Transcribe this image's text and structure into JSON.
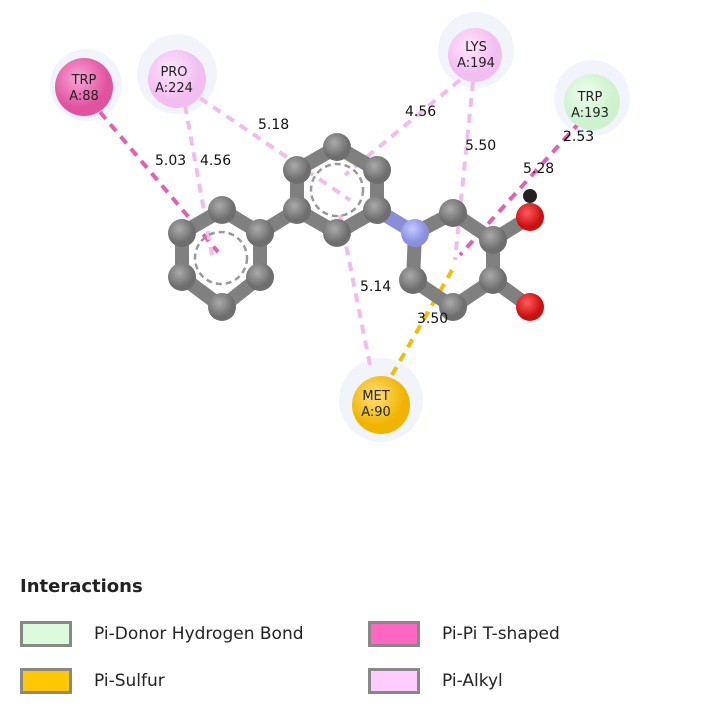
{
  "residues": [
    {
      "name": "TRP",
      "id": "A:88",
      "type": "Pi-Pi T-shaped"
    },
    {
      "name": "PRO",
      "id": "A:224",
      "type": "Pi-Alkyl"
    },
    {
      "name": "LYS",
      "id": "A:194",
      "type": "Pi-Alkyl"
    },
    {
      "name": "TRP",
      "id": "A:193",
      "type": "Pi-Donor Hydrogen Bond"
    },
    {
      "name": "MET",
      "id": "A:90",
      "type": "Pi-Sulfur"
    }
  ],
  "distances": [
    "5.03",
    "4.56",
    "5.18",
    "4.56",
    "5.50",
    "2.53",
    "5.28",
    "5.14",
    "3.50"
  ],
  "legend": {
    "title": "Interactions",
    "items": [
      {
        "label": "Pi-Donor Hydrogen Bond",
        "color": "#dcfadc"
      },
      {
        "label": "Pi-Pi T-shaped",
        "color": "#ff66c4"
      },
      {
        "label": "Pi-Sulfur",
        "color": "#ffc800"
      },
      {
        "label": "Pi-Alkyl",
        "color": "#ffccff"
      }
    ]
  }
}
